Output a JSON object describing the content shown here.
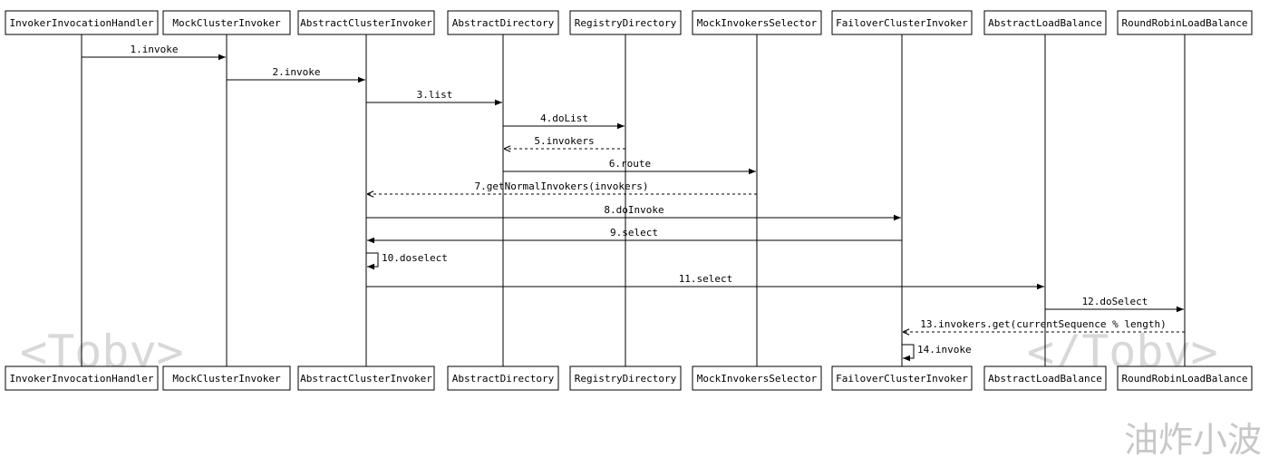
{
  "participants": [
    "InvokerInvocationHandler",
    "MockClusterInvoker",
    "AbstractClusterInvoker",
    "AbstractDirectory",
    "RegistryDirectory",
    "MockInvokersSelector",
    "FailoverClusterInvoker",
    "AbstractLoadBalance",
    "RoundRobinLoadBalance"
  ],
  "messages": [
    {
      "label": "1.invoke",
      "from": 0,
      "to": 1,
      "kind": "call"
    },
    {
      "label": "2.invoke",
      "from": 1,
      "to": 2,
      "kind": "call"
    },
    {
      "label": "3.list",
      "from": 2,
      "to": 3,
      "kind": "call"
    },
    {
      "label": "4.doList",
      "from": 3,
      "to": 4,
      "kind": "call"
    },
    {
      "label": "5.invokers",
      "from": 4,
      "to": 3,
      "kind": "return"
    },
    {
      "label": "6.route",
      "from": 3,
      "to": 5,
      "kind": "call"
    },
    {
      "label": "7.getNormalInvokers(invokers)",
      "from": 5,
      "to": 2,
      "kind": "return"
    },
    {
      "label": "8.doInvoke",
      "from": 2,
      "to": 6,
      "kind": "call"
    },
    {
      "label": "9.select",
      "from": 6,
      "to": 2,
      "kind": "call"
    },
    {
      "label": "10.doselect",
      "from": 2,
      "to": 2,
      "kind": "self"
    },
    {
      "label": "11.select",
      "from": 2,
      "to": 7,
      "kind": "call"
    },
    {
      "label": "12.doSelect",
      "from": 7,
      "to": 8,
      "kind": "call"
    },
    {
      "label": "13.invokers.get(currentSequence % length)",
      "from": 8,
      "to": 6,
      "kind": "return"
    },
    {
      "label": "14.invoke",
      "from": 6,
      "to": 6,
      "kind": "self"
    }
  ],
  "watermark": {
    "left": "<Toby>",
    "right": "</Toby>"
  },
  "signature": "油炸小波"
}
